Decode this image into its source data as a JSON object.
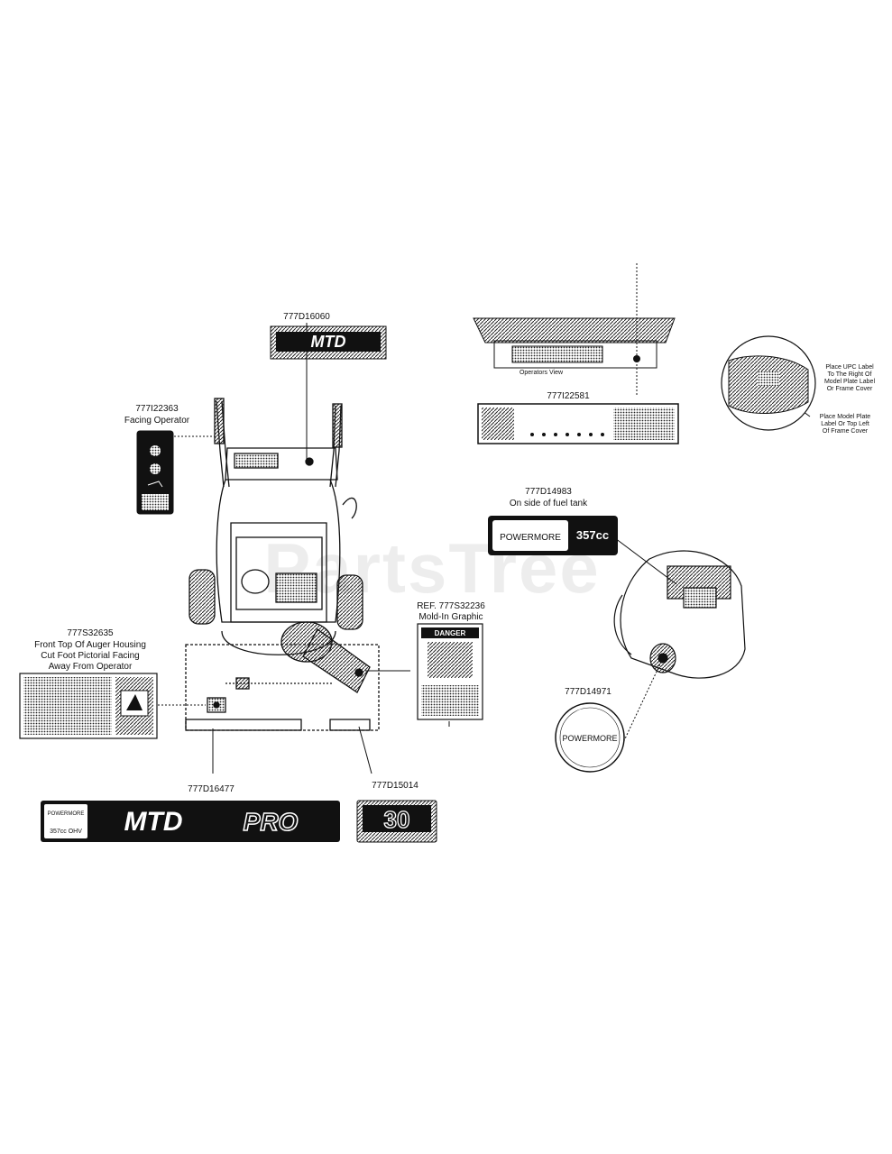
{
  "watermark": {
    "text": "PartsTree",
    "tm": "™"
  },
  "parts": {
    "p_16060": {
      "number": "777D16060"
    },
    "p_22363": {
      "number": "777I22363",
      "note": "Facing Operator"
    },
    "p_22581": {
      "number": "777I22581",
      "view_note": "Operators View"
    },
    "upc_note": {
      "line1": "Place UPC Label",
      "line2": "To The Right Of",
      "line3": "Model Plate Label",
      "line4": "Or Frame Cover"
    },
    "plate_note": {
      "line1": "Place Model Plate",
      "line2": "Label Or Top Left",
      "line3": "Of Frame Cover"
    },
    "p_14983": {
      "number": "777D14983",
      "note": "On side of fuel tank"
    },
    "p_32236": {
      "number": "REF. 777S32236",
      "note": "Mold-In Graphic"
    },
    "p_32635": {
      "number": "777S32635",
      "note1": "Front Top Of Auger Housing",
      "note2": "Cut Foot Pictorial Facing",
      "note3": "Away From Operator"
    },
    "p_14971": {
      "number": "777D14971"
    },
    "p_16477": {
      "number": "777D16477"
    },
    "p_15014": {
      "number": "777D15014"
    }
  },
  "decal_text": {
    "brand": "POWERMORE",
    "displacement": "357cc",
    "engine_sub": "357cc OHV",
    "mtd": "MTD",
    "pro": "PRO",
    "code": "30",
    "danger": "DANGER"
  },
  "colors": {
    "ink": "#111111",
    "paper": "#ffffff",
    "watermark": "#d8d8d8"
  }
}
